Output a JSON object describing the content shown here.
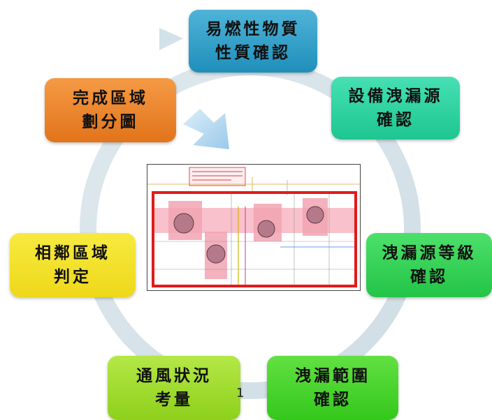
{
  "steps": [
    {
      "lines": [
        "易燃性物質",
        "性質確認"
      ]
    },
    {
      "lines": [
        "設備洩漏源",
        "確認"
      ]
    },
    {
      "lines": [
        "洩漏源等級",
        "確認"
      ]
    },
    {
      "lines": [
        "洩漏範圍",
        "確認"
      ]
    },
    {
      "lines": [
        "通風狀況",
        "考量"
      ]
    },
    {
      "lines": [
        "相鄰區域",
        "判定"
      ]
    },
    {
      "lines": [
        "完成區域",
        "劃分圖"
      ]
    }
  ],
  "slide_number": "1",
  "colors": {
    "ring": "#d7e4ea",
    "step_1": "#2a9cc6",
    "step_2": "#2ad19e",
    "step_3": "#2fcf55",
    "step_4": "#45d12b",
    "step_5": "#9cd92a",
    "step_6": "#f2df28",
    "step_7": "#ea8128",
    "drawing_border": "#e21b1b",
    "drawing_fill": "#f7b6c2"
  }
}
